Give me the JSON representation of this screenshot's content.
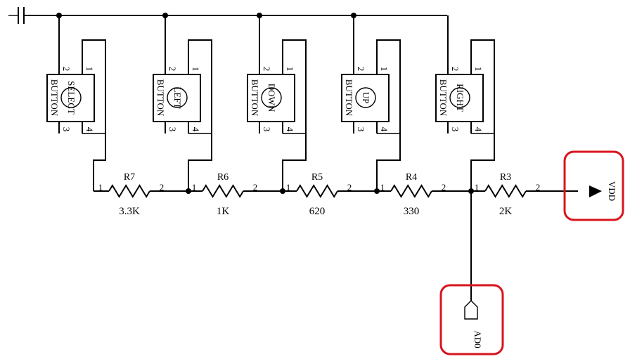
{
  "buttons": [
    {
      "type": "BUTTON",
      "name": "SELECT",
      "pin_tl": "2",
      "pin_tr": "1",
      "pin_bl": "3",
      "pin_br": "4"
    },
    {
      "type": "BUTTON",
      "name": "LEFT",
      "pin_tl": "2",
      "pin_tr": "1",
      "pin_bl": "3",
      "pin_br": "4"
    },
    {
      "type": "BUTTON",
      "name": "DOWN",
      "pin_tl": "2",
      "pin_tr": "1",
      "pin_bl": "3",
      "pin_br": "4"
    },
    {
      "type": "BUTTON",
      "name": "UP",
      "pin_tl": "2",
      "pin_tr": "1",
      "pin_bl": "3",
      "pin_br": "4"
    },
    {
      "type": "BUTTON",
      "name": "RIGHT",
      "pin_tl": "2",
      "pin_tr": "1",
      "pin_bl": "3",
      "pin_br": "4"
    }
  ],
  "resistors": [
    {
      "designator": "R7",
      "value": "3.3K",
      "pin1": "1",
      "pin2": "2"
    },
    {
      "designator": "R6",
      "value": "1K",
      "pin1": "1",
      "pin2": "2"
    },
    {
      "designator": "R5",
      "value": "620",
      "pin1": "1",
      "pin2": "2"
    },
    {
      "designator": "R4",
      "value": "330",
      "pin1": "1",
      "pin2": "2"
    },
    {
      "designator": "R3",
      "value": "2K",
      "pin1": "1",
      "pin2": "2"
    }
  ],
  "power_port": {
    "label": "VDD"
  },
  "net_port": {
    "label": "AD0"
  },
  "colors": {
    "wire": "#000000",
    "highlight": "#d8141e"
  }
}
